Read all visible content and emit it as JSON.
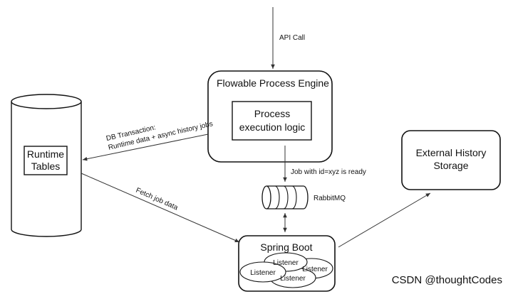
{
  "nodes": {
    "engine": {
      "title": "Flowable Process Engine"
    },
    "process_logic": {
      "line1": "Process",
      "line2": "execution logic"
    },
    "runtime_tables": {
      "line1": "Runtime",
      "line2": "Tables"
    },
    "rabbitmq": {
      "label": "RabbitMQ"
    },
    "spring_boot": {
      "title": "Spring Boot",
      "listeners": [
        "Listener",
        "Listener",
        "Listener",
        "Listener"
      ]
    },
    "external_history": {
      "line1": "External History",
      "line2": "Storage"
    }
  },
  "edges": {
    "api_call": "API Call",
    "db_transaction_line1": "DB Transaction:",
    "db_transaction_line2": "Runtime data + async history jobs",
    "job_ready": "Job with id=xyz is ready",
    "fetch_job_data": "Fetch job data"
  },
  "watermark": "CSDN @thoughtCodes",
  "colors": {
    "stroke": "#111111",
    "background": "#ffffff",
    "watermark": "#333333"
  }
}
